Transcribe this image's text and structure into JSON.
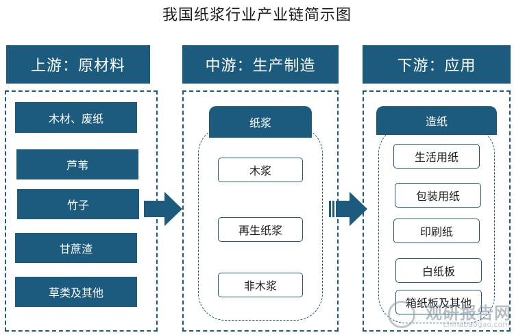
{
  "title": "我国纸浆行业产业链简示图",
  "columns": {
    "upstream": {
      "header": "上游：原材料",
      "items": [
        "木材、废纸",
        "芦苇",
        "竹子",
        "甘蔗渣",
        "草类及其他"
      ]
    },
    "midstream": {
      "header": "中游：生产制造",
      "group": "纸浆",
      "items": [
        "木浆",
        "再生纸浆",
        "非木浆"
      ]
    },
    "downstream": {
      "header": "下游：应用",
      "group": "造纸",
      "items": [
        "生活用纸",
        "包装用纸",
        "印刷纸",
        "白纸板",
        "箱纸板及其他"
      ]
    }
  },
  "watermark": {
    "main": "观研报告网",
    "sub": "chinabaogao.com"
  },
  "colors": {
    "primary": "#1c5b7e"
  }
}
